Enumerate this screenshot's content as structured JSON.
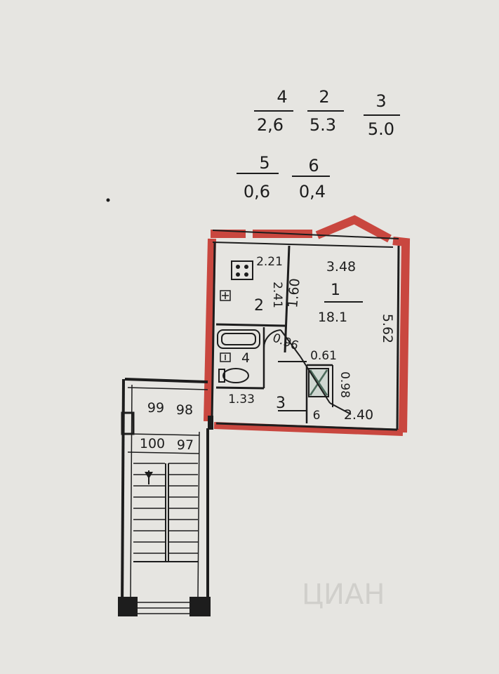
{
  "legend": {
    "rooms": [
      {
        "number": "4",
        "area": "2,6"
      },
      {
        "number": "2",
        "area": "5.3"
      },
      {
        "number": "3",
        "area": "5.0"
      },
      {
        "number": "5",
        "area": "0,6"
      },
      {
        "number": "6",
        "area": "0,4"
      }
    ]
  },
  "rooms": {
    "main_room": {
      "number": "1",
      "area": "18.1"
    },
    "kitchen": {
      "number": "2"
    },
    "hall": {
      "number": "3"
    },
    "bathroom": {
      "number": "4"
    },
    "closet": {
      "number": "6"
    }
  },
  "dimensions": {
    "kitchen_width": "2.21",
    "kitchen_depth": "2.41",
    "partition_length": "1.60",
    "room_width": "3.48",
    "room_depth": "5.62",
    "door_a": "0.96",
    "door_b": "0.61",
    "closet_dim": "0.98",
    "hall_length": "1.33",
    "room_lower_width": "2.40"
  },
  "stair_marks": {
    "upper": "99",
    "upper_b": "98",
    "lower": "100",
    "lower_b": "97"
  },
  "watermark": "ЦИАН",
  "colors": {
    "paper": "#e6e5e1",
    "ink": "#1d1d1d",
    "highlight": "#c9473f"
  }
}
